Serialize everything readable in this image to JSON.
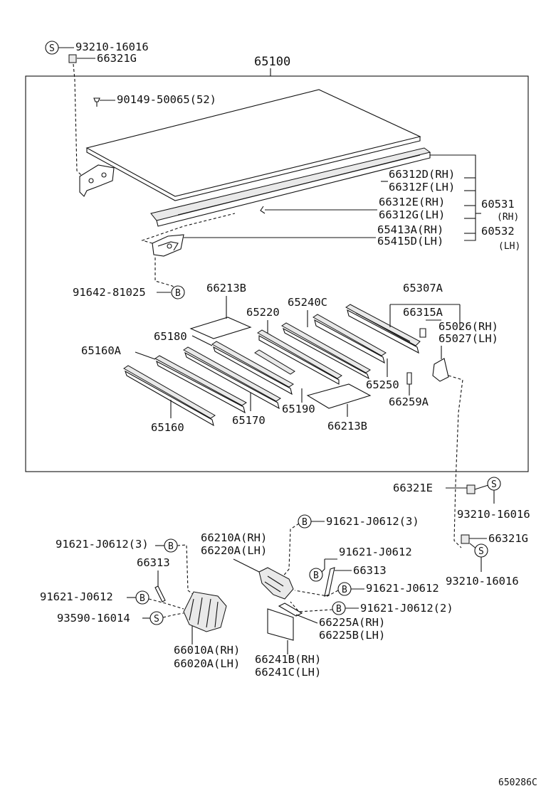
{
  "diagram": {
    "assembly_number": "65100",
    "figure_code": "650286C",
    "symbols": {
      "s": "S",
      "b": "B"
    },
    "labels": {
      "p93210_16016_top": "93210-16016",
      "p66321g_top": "66321G",
      "p90149": "90149-50065(52)",
      "p66312d": "66312D(RH)",
      "p66312f": "66312F(LH)",
      "p66312e": "66312E(RH)",
      "p66312g": "66312G(LH)",
      "p65413a": "65413A(RH)",
      "p65415d": "65415D(LH)",
      "p60531": "60531",
      "p60531_rh": "(RH)",
      "p60532": "60532",
      "p60532_lh": "(LH)",
      "p91642": "91642-81025",
      "p66213b_a": "66213B",
      "p65307a": "65307A",
      "p65240c": "65240C",
      "p66315a": "66315A",
      "p65220": "65220",
      "p65026": "65026(RH)",
      "p65027": "65027(LH)",
      "p65180": "65180",
      "p65160a": "65160A",
      "p65250": "65250",
      "p66259a": "66259A",
      "p65190": "65190",
      "p65160": "65160",
      "p65170": "65170",
      "p66213b_b": "66213B",
      "p66321e": "66321E",
      "p93210_16016_mid": "93210-16016",
      "p91621_r1": "91621-J0612(3)",
      "p66210a": "66210A(RH)",
      "p66220a": "66220A(LH)",
      "p66321g_low": "66321G",
      "p91621_l1": "91621-J0612(3)",
      "p91621_r2": "91621-J0612",
      "p66313_l": "66313",
      "p66313_r": "66313",
      "p93210_16016_low": "93210-16016",
      "p91621_r3": "91621-J0612",
      "p91621_l2": "91621-J0612",
      "p91621_r4": "91621-J0612(2)",
      "p93590": "93590-16014",
      "p66225a": "66225A(RH)",
      "p66225b": "66225B(LH)",
      "p66010a": "66010A(RH)",
      "p66020a": "66020A(LH)",
      "p66241b": "66241B(RH)",
      "p66241c": "66241C(LH)"
    }
  }
}
